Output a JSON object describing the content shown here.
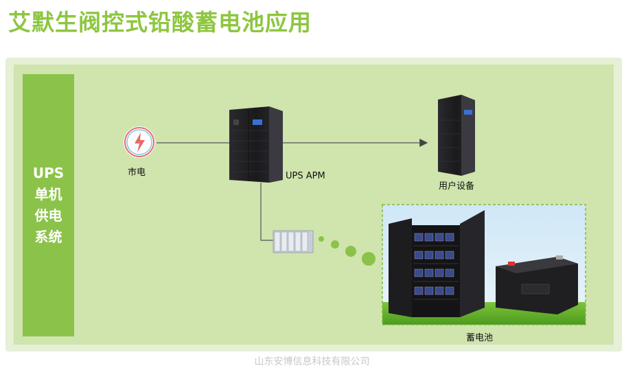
{
  "title": "艾默生阀控式铅酸蓄电池应用",
  "sidebar": {
    "lines": [
      "UPS",
      "单机",
      "供电",
      "系统"
    ]
  },
  "nodes": {
    "mains": {
      "label": "市电",
      "icon": "lightning-icon"
    },
    "ups": {
      "label": "UPS APM"
    },
    "user_equipment": {
      "label": "用户设备"
    },
    "battery_pack": {
      "label": ""
    },
    "battery": {
      "label": "蓄电池"
    }
  },
  "watermark": "山东安博信息科技有限公司",
  "colors": {
    "title": "#8dc63f",
    "sidebar": "#8bc34a",
    "panel": "#d0e4ae",
    "dots": "#8bc34a"
  }
}
